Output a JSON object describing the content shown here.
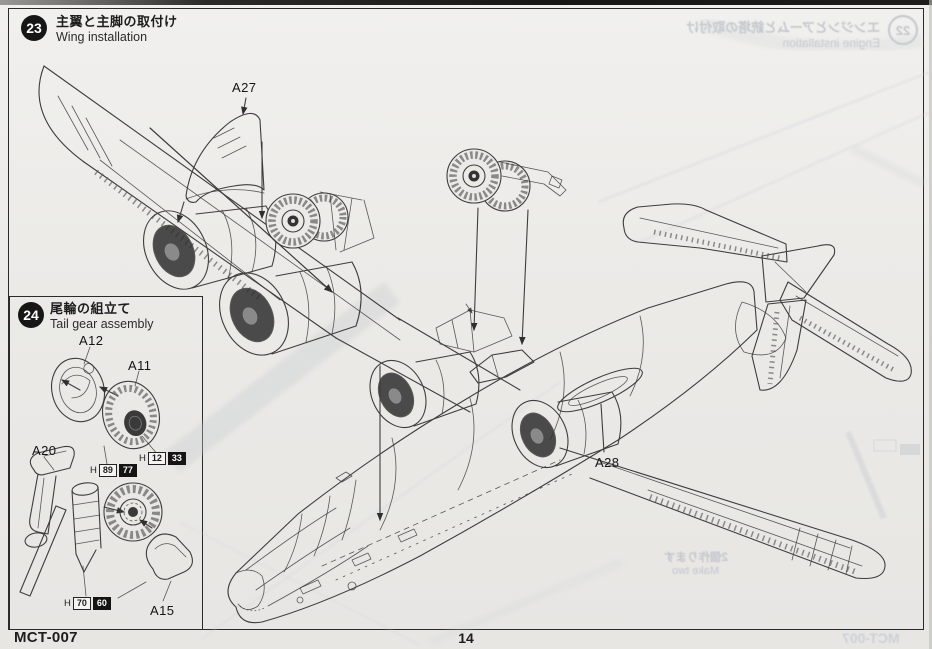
{
  "colors": {
    "paper": "#ebeae7",
    "ink": "#3d3d3d",
    "badge": "#161616",
    "ghost": "#c3c6cd"
  },
  "page": {
    "sheet_code": "MCT-007",
    "page_number": "14"
  },
  "step23": {
    "number": "23",
    "title_ja": "主翼と主脚の取付け",
    "title_en": "Wing installation",
    "part_labels": {
      "a27": "A27",
      "a28": "A28"
    }
  },
  "step24": {
    "number": "24",
    "title_ja": "尾輪の組立て",
    "title_en": "Tail gear assembly",
    "part_labels": {
      "a12": "A12",
      "a11": "A11",
      "a20": "A20",
      "a15": "A15"
    },
    "paint_chips": {
      "tire_hub": {
        "prefix": "H",
        "aqueous": "12",
        "mr_color": "33"
      },
      "tire": {
        "prefix": "H",
        "aqueous": "89",
        "mr_color": "77"
      },
      "strut": {
        "prefix": "H",
        "aqueous": "70",
        "mr_color": "60"
      }
    }
  },
  "ghost_showthrough": {
    "step_number": "22",
    "title_ja": "エンジンとアームと銃塔の取付け",
    "title_en": "Engine installation",
    "note_ja": "2個作ります",
    "note_en": "Make two",
    "sheet_code": "MCT-007"
  }
}
